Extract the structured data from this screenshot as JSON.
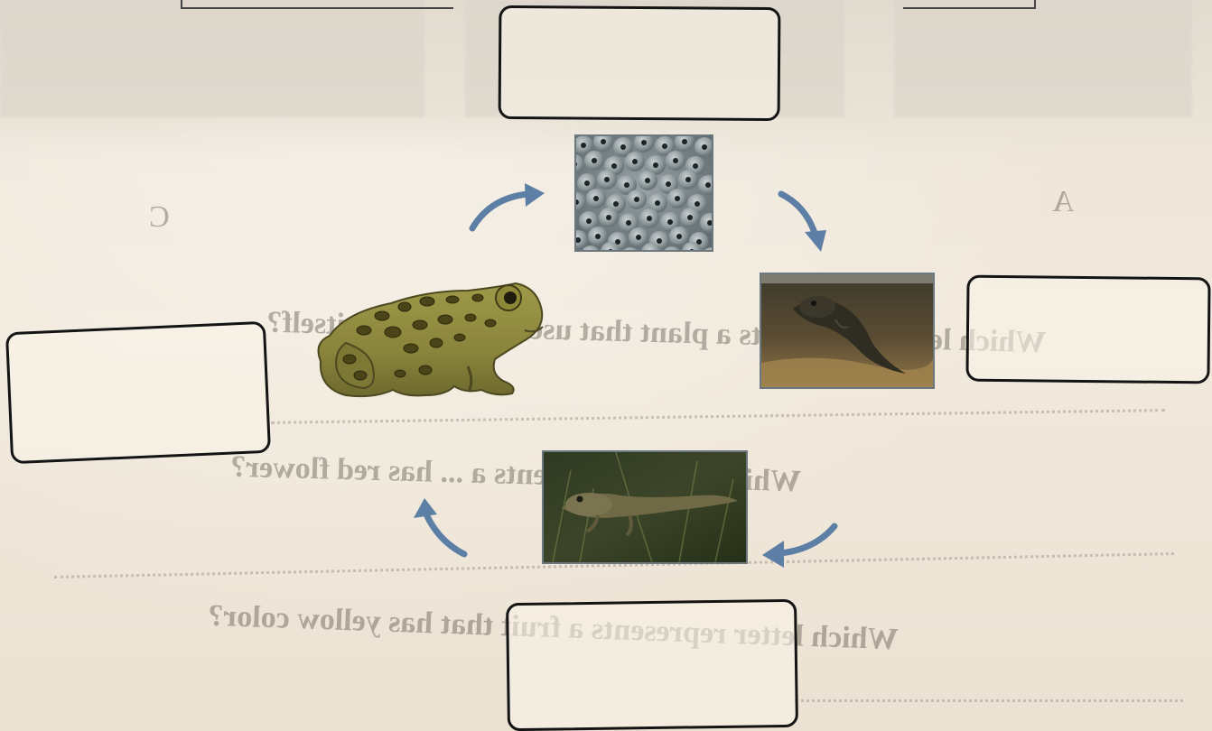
{
  "diagram": {
    "answer_boxes": [
      {
        "position": "top",
        "value": ""
      },
      {
        "position": "right",
        "value": ""
      },
      {
        "position": "bottom",
        "value": ""
      },
      {
        "position": "left",
        "value": ""
      }
    ],
    "stages": [
      {
        "id": "eggs",
        "icon": "frog-eggs-photo"
      },
      {
        "id": "tadpole",
        "icon": "tadpole-photo"
      },
      {
        "id": "froglet",
        "icon": "froglet-photo"
      },
      {
        "id": "adult-frog",
        "icon": "adult-frog-photo"
      }
    ],
    "arrow_color": "#5d7fa6"
  },
  "bleed_through": {
    "letter_a": "A",
    "letter_c": "C",
    "line1": "Which letter represents a plant that uses ... to protect itself?",
    "line2": "Which letter represents a ... has red flower?",
    "line3": "Which letter represents a fruit that has yellow color?"
  }
}
